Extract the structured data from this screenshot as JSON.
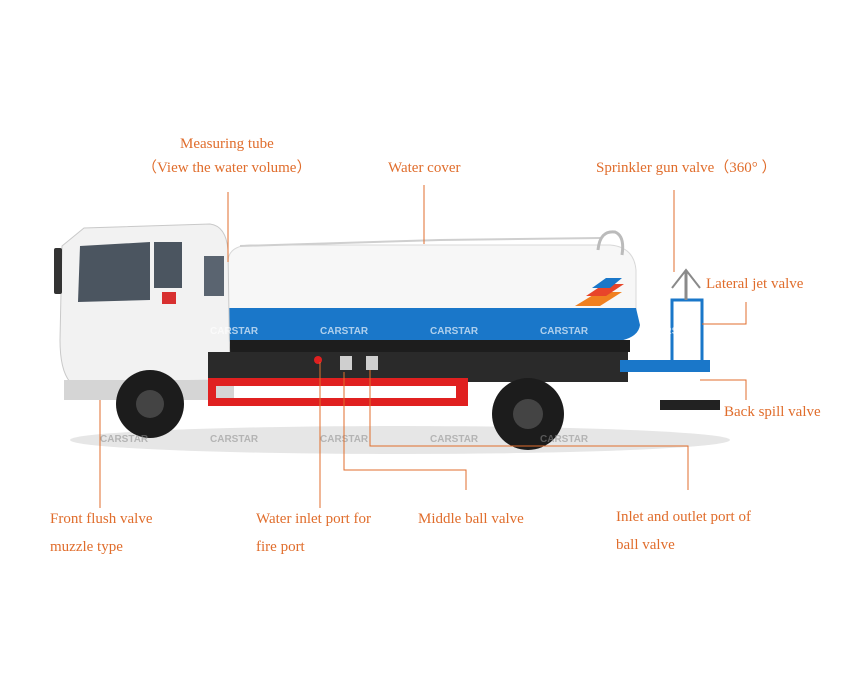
{
  "labels": {
    "measuring_tube": "Measuring tube",
    "measuring_tube_sub": "（View the water volume）",
    "water_cover": "Water cover",
    "sprinkler_gun": "Sprinkler gun valve（360°  ）",
    "lateral_jet": "Lateral jet valve",
    "back_spill": "Back spill valve",
    "front_flush_1": "Front flush valve",
    "front_flush_2": "muzzle type",
    "water_inlet_1": "Water inlet port for",
    "water_inlet_2": "fire port",
    "middle_ball": "Middle ball valve",
    "inlet_outlet_1": "Inlet and outlet port of",
    "inlet_outlet_2": "ball valve"
  },
  "watermark": "CARSTAR",
  "colors": {
    "label": "#e06d2c",
    "leader": "#e06d2c",
    "tank_blue": "#1a77c9",
    "tank_white": "#f7f7f7",
    "cab_white": "#f2f2f2",
    "frame_red": "#e02020",
    "stripe_orange": "#f08020"
  }
}
